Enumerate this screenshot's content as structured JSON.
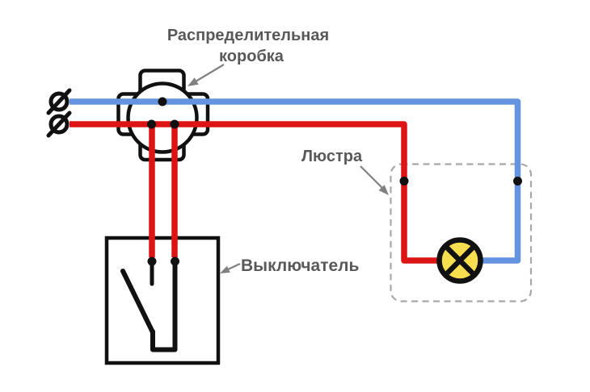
{
  "labels": {
    "junction_box": {
      "line1": "Распределительная",
      "line2": "коробка"
    },
    "chandelier": "Люстра",
    "switch": "Выключатель"
  },
  "symbols": {
    "phase_terminal_icon": "Ø",
    "lamp_icon": "⊗"
  },
  "colors": {
    "phase_wire_red": "#DC1414",
    "neutral_wire_blue": "#6494E0",
    "lamp_fill_yellow": "#F6DE4F",
    "line_black": "#111111",
    "label_gray": "#595959",
    "arrow_gray": "#808080",
    "dashed_border_gray": "#A8A8A8",
    "background": "#FFFFFF"
  }
}
